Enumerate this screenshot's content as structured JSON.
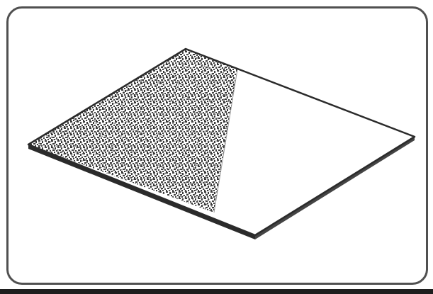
{
  "diagram": {
    "shape": "flat-parallelogram-sheet",
    "left_region": "speckled-texture",
    "right_region": "blank",
    "colors": {
      "outline": "#2b2b2b",
      "frame": "#505050",
      "texture_dark": "#3a3a3a",
      "texture_light": "#ffffff"
    }
  }
}
